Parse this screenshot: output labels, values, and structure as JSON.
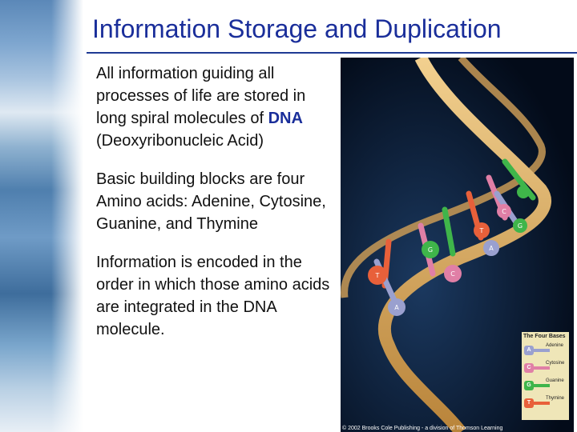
{
  "title": "Information Storage and Duplication",
  "body": {
    "p1_part1": "All information guiding all processes of life are stored in long spiral molecules of ",
    "p1_dna": "DNA",
    "p1_part2": "(Deoxyribonucleic Acid)",
    "p2": "Basic building blocks are four Amino acids: Adenine, Cytosine, Guanine, and Thymine",
    "p3": "Information is encoded in the order in which those amino acids are integrated in the DNA molecule."
  },
  "figure": {
    "legend_title": "The Four Bases",
    "bases": [
      {
        "letter": "A",
        "name": "Adenine",
        "color": "#9aa0cf"
      },
      {
        "letter": "C",
        "name": "Cytosine",
        "color": "#e07fa6"
      },
      {
        "letter": "G",
        "name": "Guanine",
        "color": "#3fb54a"
      },
      {
        "letter": "T",
        "name": "Thymine",
        "color": "#e8603a"
      }
    ],
    "credit": "© 2002 Brooks Cole Publishing - a division of Thomson Learning"
  }
}
